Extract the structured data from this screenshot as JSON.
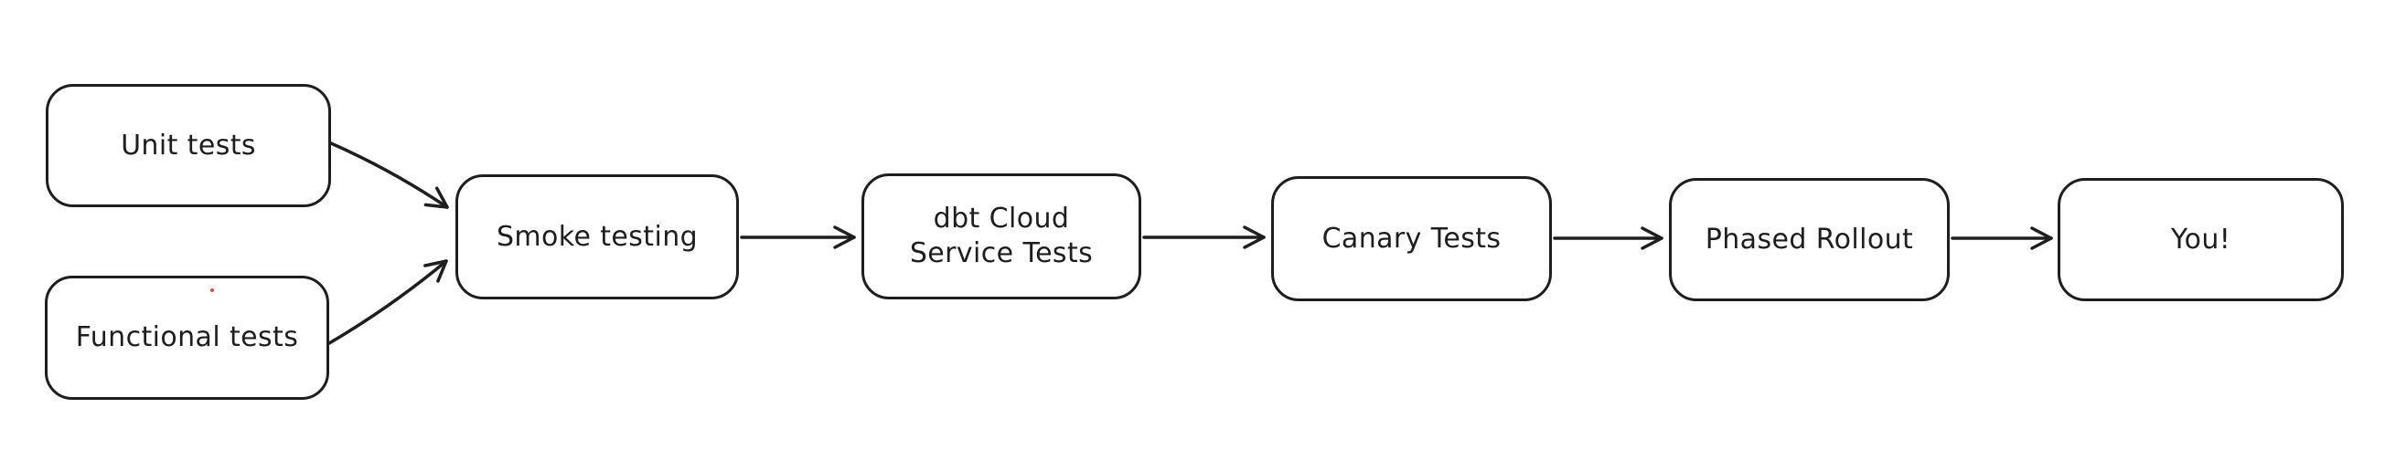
{
  "diagram": {
    "background_color": "#ffffff",
    "stroke_color": "#1e1e1e",
    "node_fill_color": "#ffffff",
    "text_color": "#1e1e1e",
    "artifact_dot_color": "#cc4f4f",
    "nodes": [
      {
        "id": "unit-tests",
        "label": "Unit tests"
      },
      {
        "id": "functional-tests",
        "label": "Functional tests"
      },
      {
        "id": "smoke-testing",
        "label": "Smoke testing"
      },
      {
        "id": "dbt-cloud-service-tests",
        "label_line1": "dbt Cloud",
        "label_line2": "Service Tests"
      },
      {
        "id": "canary-tests",
        "label": "Canary Tests"
      },
      {
        "id": "phased-rollout",
        "label": "Phased Rollout"
      },
      {
        "id": "you",
        "label": "You!"
      }
    ],
    "edges": [
      {
        "from": "unit-tests",
        "to": "smoke-testing",
        "arrowhead": "open-v"
      },
      {
        "from": "functional-tests",
        "to": "smoke-testing",
        "arrowhead": "open-v"
      },
      {
        "from": "smoke-testing",
        "to": "dbt-cloud-service-tests",
        "arrowhead": "open-v"
      },
      {
        "from": "dbt-cloud-service-tests",
        "to": "canary-tests",
        "arrowhead": "open-v"
      },
      {
        "from": "canary-tests",
        "to": "phased-rollout",
        "arrowhead": "open-v"
      },
      {
        "from": "phased-rollout",
        "to": "you",
        "arrowhead": "open-v"
      }
    ]
  }
}
